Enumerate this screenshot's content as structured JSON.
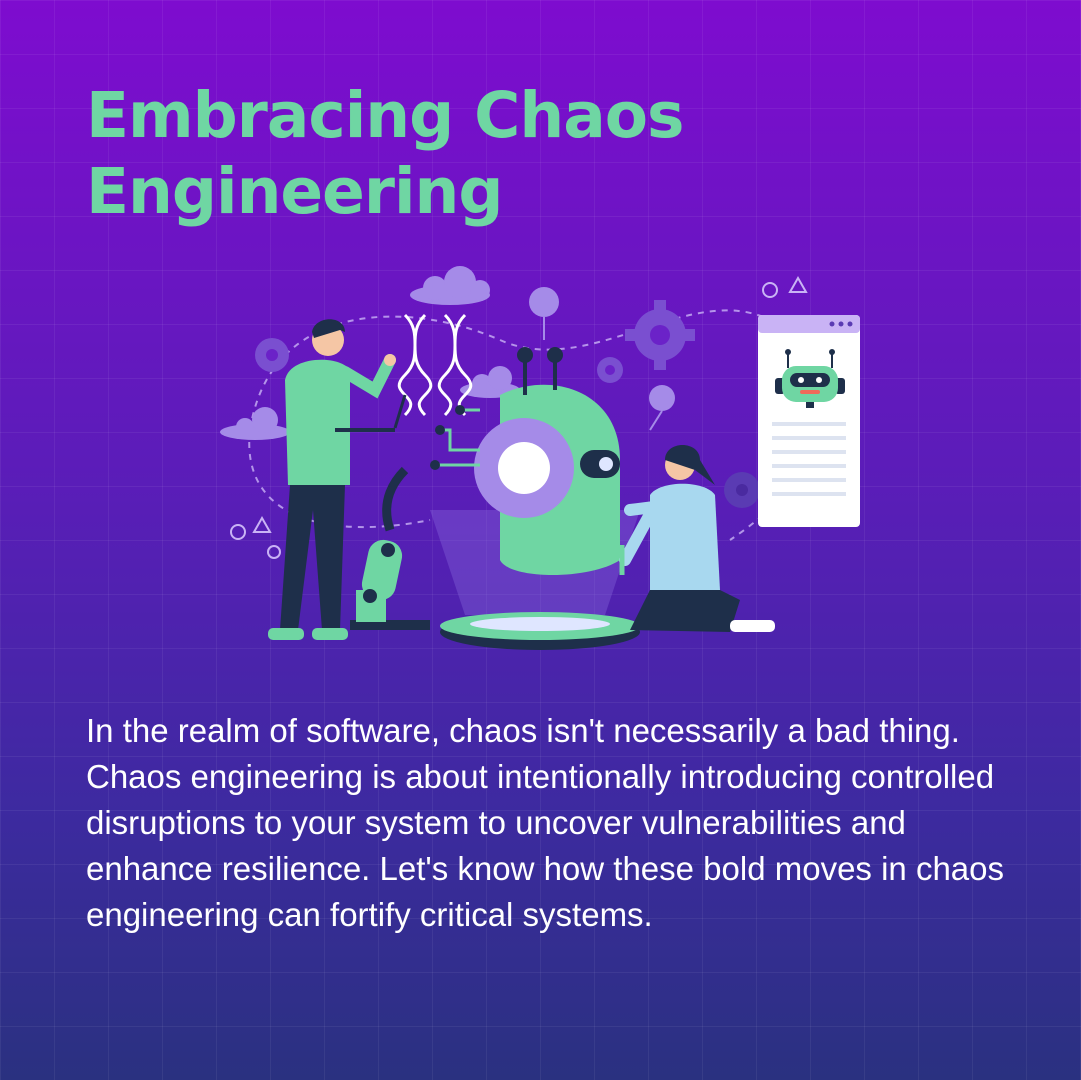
{
  "title_lines": [
    "Embracing Chaos",
    "Engineering"
  ],
  "body": "In the realm of software, chaos isn't necessarily a bad thing. Chaos engineering is about intentionally introducing controlled disruptions to your system to uncover vulnerabilities and enhance resilience. Let's know how these bold moves in chaos engineering can fortify critical systems.",
  "colors": {
    "background_top": "#7e0ccf",
    "background_bottom": "#2a3180",
    "title": "#6fd6a3",
    "body_text": "#ffffff",
    "accent_green": "#6fd6a3",
    "accent_lavender": "#a58be8"
  },
  "illustration": {
    "subject": "people-building-robot-with-chaos-engineering",
    "icons": [
      "dna-icon",
      "gear-icon",
      "cloud-icon",
      "robot-head-icon",
      "robot-arm-icon",
      "browser-window-icon",
      "laptop-icon"
    ]
  }
}
